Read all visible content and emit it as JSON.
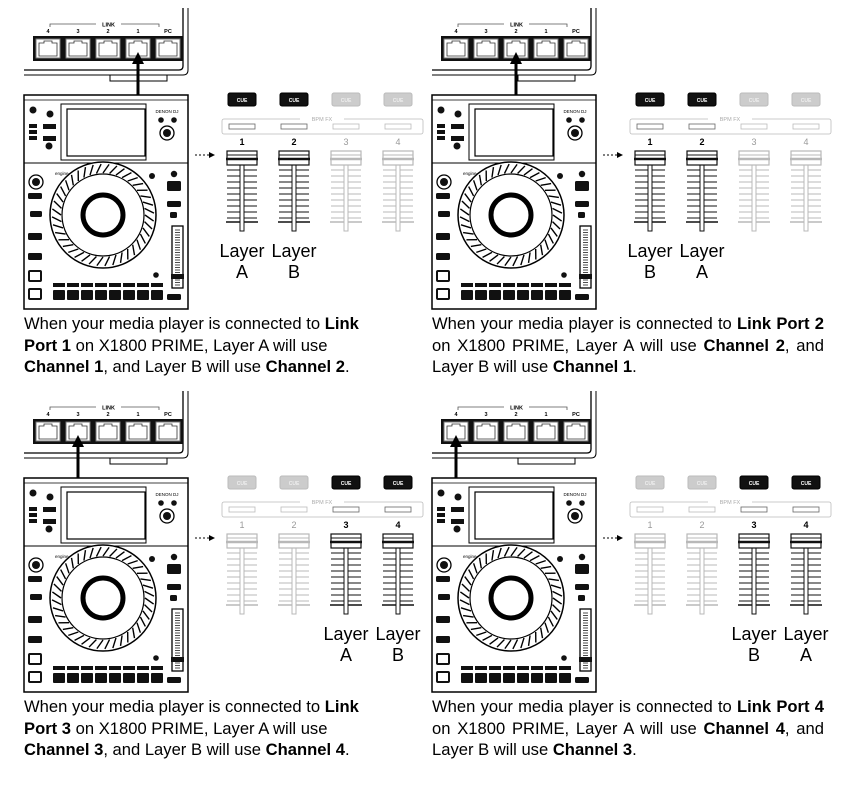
{
  "labels": {
    "link": "LINK",
    "ports": [
      "4",
      "3",
      "2",
      "1",
      "PC"
    ],
    "cue": "CUE",
    "bpm_fx": "BPM FX",
    "channels": [
      "1",
      "2",
      "3",
      "4"
    ],
    "brand": "DENON DJ",
    "engine": "engine"
  },
  "panels": [
    {
      "link_port": "1",
      "active_channels": [
        1,
        2
      ],
      "layers": [
        {
          "channel": 1,
          "word": "Layer",
          "letter": "A"
        },
        {
          "channel": 2,
          "word": "Layer",
          "letter": "B"
        }
      ],
      "caption": {
        "t1": "When your media player is connected to ",
        "b1": "Link Port 1",
        "t2": " on X1800 PRIME, Layer A will use ",
        "b2": "Channel 1",
        "t3": ", and Layer B will use ",
        "b3": "Channel 2",
        "t4": "."
      }
    },
    {
      "link_port": "2",
      "active_channels": [
        1,
        2
      ],
      "layers": [
        {
          "channel": 1,
          "word": "Layer",
          "letter": "B"
        },
        {
          "channel": 2,
          "word": "Layer",
          "letter": "A"
        }
      ],
      "caption": {
        "t1": "When your media player is connected to ",
        "b1": "Link Port 2",
        "t2": " on X1800 PRIME, Layer A will use ",
        "b2": "Channel 2",
        "t3": ", and Layer B will use ",
        "b3": "Channel 1",
        "t4": "."
      }
    },
    {
      "link_port": "3",
      "active_channels": [
        3,
        4
      ],
      "layers": [
        {
          "channel": 3,
          "word": "Layer",
          "letter": "A"
        },
        {
          "channel": 4,
          "word": "Layer",
          "letter": "B"
        }
      ],
      "caption": {
        "t1": "When your media player is connected to ",
        "b1": "Link Port 3",
        "t2": " on X1800 PRIME, Layer A will use ",
        "b2": "Channel 3",
        "t3": ", and Layer B will use ",
        "b3": "Channel 4",
        "t4": "."
      }
    },
    {
      "link_port": "4",
      "active_channels": [
        3,
        4
      ],
      "layers": [
        {
          "channel": 3,
          "word": "Layer",
          "letter": "B"
        },
        {
          "channel": 4,
          "word": "Layer",
          "letter": "A"
        }
      ],
      "caption": {
        "t1": "When your media player is connected to ",
        "b1": "Link Port 4",
        "t2": " on X1800 PRIME, Layer A will use ",
        "b2": "Channel 4",
        "t3": ", and Layer B will use ",
        "b3": "Channel 3",
        "t4": "."
      }
    }
  ],
  "colors": {
    "active": "#111111",
    "inactive": "#b8b8b8"
  }
}
